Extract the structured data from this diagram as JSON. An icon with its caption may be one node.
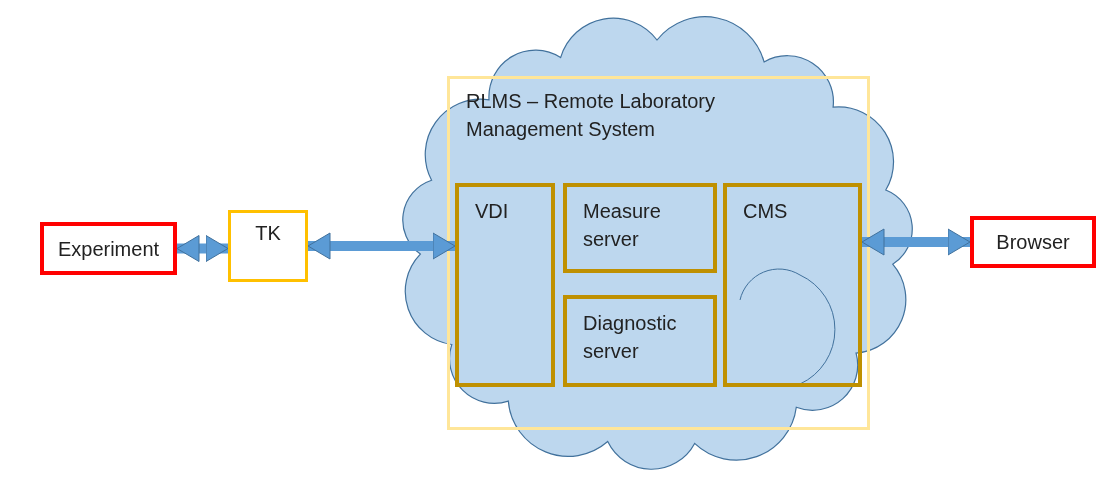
{
  "diagram": {
    "nodes": [
      {
        "text": [
          "Experiment"
        ]
      },
      {
        "text": [
          "TK"
        ]
      },
      {
        "text": [
          "RLMS – Remote Laboratory Management System"
        ]
      },
      {
        "text": [
          "VDI"
        ],
        "in": 2
      },
      {
        "text": [
          "Measure server"
        ],
        "in": 2
      },
      {
        "text": [
          "Diagnostic server"
        ],
        "in": 2
      },
      {
        "text": [
          "CMS"
        ],
        "in": 2
      },
      {
        "text": [
          "Browser"
        ]
      }
    ],
    "edges": [
      {
        "from": 0,
        "to": 1,
        "arrow": "both"
      },
      {
        "from": 1,
        "to": 3,
        "arrow": "both"
      },
      {
        "from": 6,
        "to": 7,
        "arrow": "both"
      }
    ]
  }
}
